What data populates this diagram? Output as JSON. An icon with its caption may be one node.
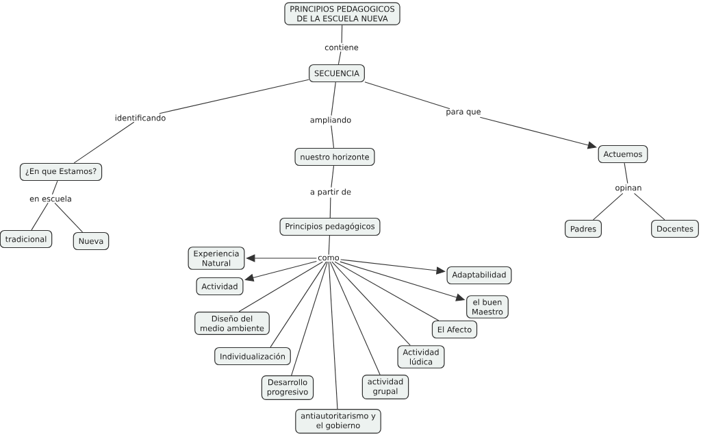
{
  "diagram": {
    "nodes": [
      {
        "text": [
          "PRINCIPIOS PEDAGOGICOS DE LA ESCUELA NUEVA"
        ]
      },
      {
        "text": [
          "contiene"
        ]
      },
      {
        "text": [
          "SECUENCIA"
        ]
      },
      {
        "text": [
          "identificando"
        ]
      },
      {
        "text": [
          "ampliando"
        ]
      },
      {
        "text": [
          "para que"
        ]
      },
      {
        "text": [
          "¿En que Estamos?"
        ]
      },
      {
        "text": [
          "nuestro horizonte"
        ]
      },
      {
        "text": [
          "Actuemos"
        ]
      },
      {
        "text": [
          "en escuela"
        ]
      },
      {
        "text": [
          "a partir de"
        ]
      },
      {
        "text": [
          "opinan"
        ]
      },
      {
        "text": [
          "tradicional"
        ]
      },
      {
        "text": [
          "Nueva"
        ]
      },
      {
        "text": [
          "Principios pedagógicos"
        ]
      },
      {
        "text": [
          "Padres"
        ]
      },
      {
        "text": [
          "Docentes"
        ]
      },
      {
        "text": [
          "como"
        ]
      },
      {
        "text": [
          "Experiencia Natural"
        ]
      },
      {
        "text": [
          "Adaptabilidad"
        ]
      },
      {
        "text": [
          "Actividad"
        ]
      },
      {
        "text": [
          "el buen Maestro"
        ]
      },
      {
        "text": [
          "Diseño del medio ambiente"
        ]
      },
      {
        "text": [
          "El Afecto"
        ]
      },
      {
        "text": [
          "Individualización"
        ]
      },
      {
        "text": [
          "Actividad lúdica"
        ]
      },
      {
        "text": [
          "Desarrollo progresivo"
        ]
      },
      {
        "text": [
          "actividad grupal"
        ]
      },
      {
        "text": [
          "antiautoritarismo y el gobierno"
        ]
      }
    ],
    "edges": [
      {
        "from": 0,
        "to": 1,
        "arrow": "none"
      },
      {
        "from": 1,
        "to": 2,
        "arrow": "none"
      },
      {
        "from": 2,
        "to": 3,
        "arrow": "none"
      },
      {
        "from": 3,
        "to": 6,
        "arrow": "none"
      },
      {
        "from": 2,
        "to": 4,
        "arrow": "none"
      },
      {
        "from": 4,
        "to": 7,
        "arrow": "none"
      },
      {
        "from": 2,
        "to": 5,
        "arrow": "none"
      },
      {
        "from": 5,
        "to": 8,
        "arrow": "to"
      },
      {
        "from": 6,
        "to": 9,
        "arrow": "none"
      },
      {
        "from": 9,
        "to": 12,
        "arrow": "none"
      },
      {
        "from": 9,
        "to": 13,
        "arrow": "none"
      },
      {
        "from": 7,
        "to": 10,
        "arrow": "none"
      },
      {
        "from": 10,
        "to": 14,
        "arrow": "none"
      },
      {
        "from": 8,
        "to": 11,
        "arrow": "none"
      },
      {
        "from": 11,
        "to": 15,
        "arrow": "none"
      },
      {
        "from": 11,
        "to": 16,
        "arrow": "none"
      },
      {
        "from": 14,
        "to": 17,
        "arrow": "none"
      },
      {
        "from": 17,
        "to": 18,
        "arrow": "to"
      },
      {
        "from": 17,
        "to": 20,
        "arrow": "to"
      },
      {
        "from": 17,
        "to": 22,
        "arrow": "none"
      },
      {
        "from": 17,
        "to": 24,
        "arrow": "none"
      },
      {
        "from": 17,
        "to": 26,
        "arrow": "none"
      },
      {
        "from": 17,
        "to": 28,
        "arrow": "none"
      },
      {
        "from": 17,
        "to": 27,
        "arrow": "none"
      },
      {
        "from": 17,
        "to": 25,
        "arrow": "none"
      },
      {
        "from": 17,
        "to": 23,
        "arrow": "none"
      },
      {
        "from": 17,
        "to": 21,
        "arrow": "to"
      },
      {
        "from": 17,
        "to": 19,
        "arrow": "to"
      }
    ]
  }
}
